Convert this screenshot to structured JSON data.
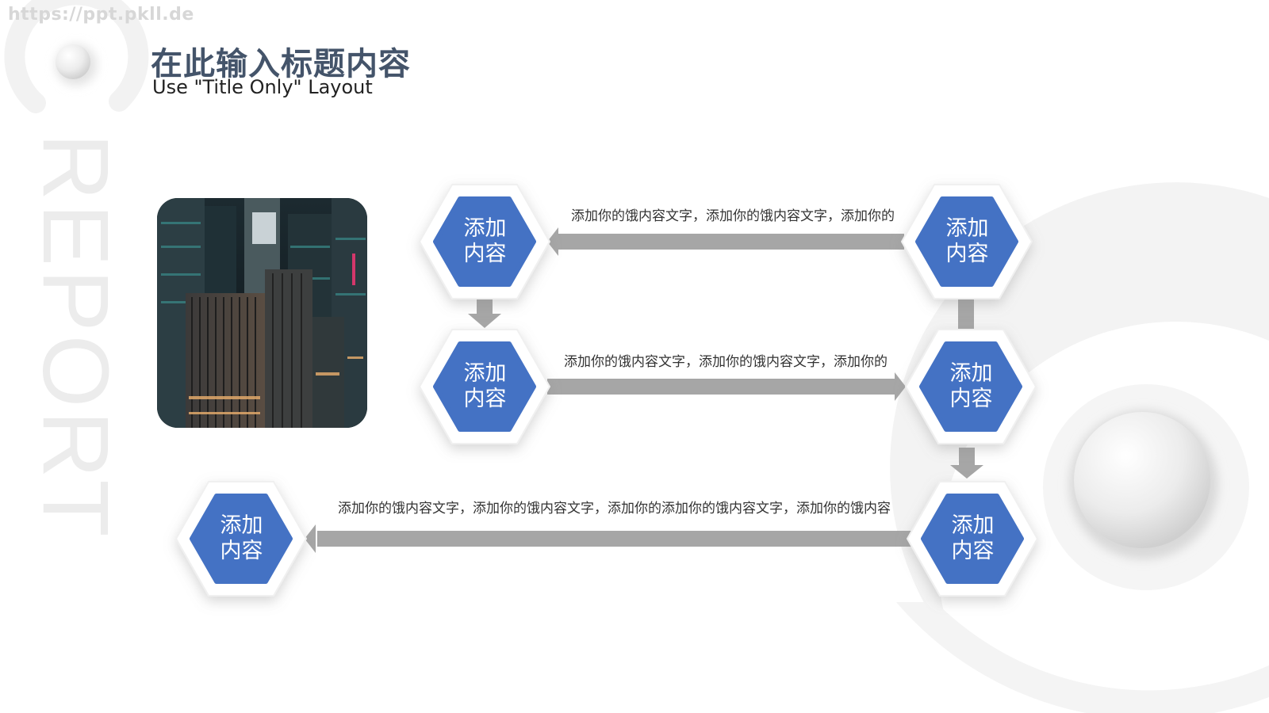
{
  "watermark": "https://ppt.pkll.de",
  "side_text": "REPORT",
  "title": "在此输入标题内容",
  "subtitle": "Use \"Title Only\" Layout",
  "colors": {
    "hex_fill": "#4472c4",
    "hex_shadow_frame": "#ffffff",
    "arrow": "#a6a6a6",
    "title": "#44546a",
    "decor": "#f1f1f1"
  },
  "photo": {
    "icon": "city-building-photo"
  },
  "nodes": [
    {
      "line1": "添加",
      "line2": "内容"
    },
    {
      "line1": "添加",
      "line2": "内容"
    },
    {
      "line1": "添加",
      "line2": "内容"
    },
    {
      "line1": "添加",
      "line2": "内容"
    },
    {
      "line1": "添加",
      "line2": "内容"
    },
    {
      "line1": "添加",
      "line2": "内容"
    }
  ],
  "descriptions": [
    "添加你的饿内容文字，添加你的饿内容文字，添加你的",
    "添加你的饿内容文字，添加你的饿内容文字，添加你的",
    "添加你的饿内容文字，添加你的饿内容文字，添加你的添加你的饿内容文字，添加你的饿内容"
  ]
}
